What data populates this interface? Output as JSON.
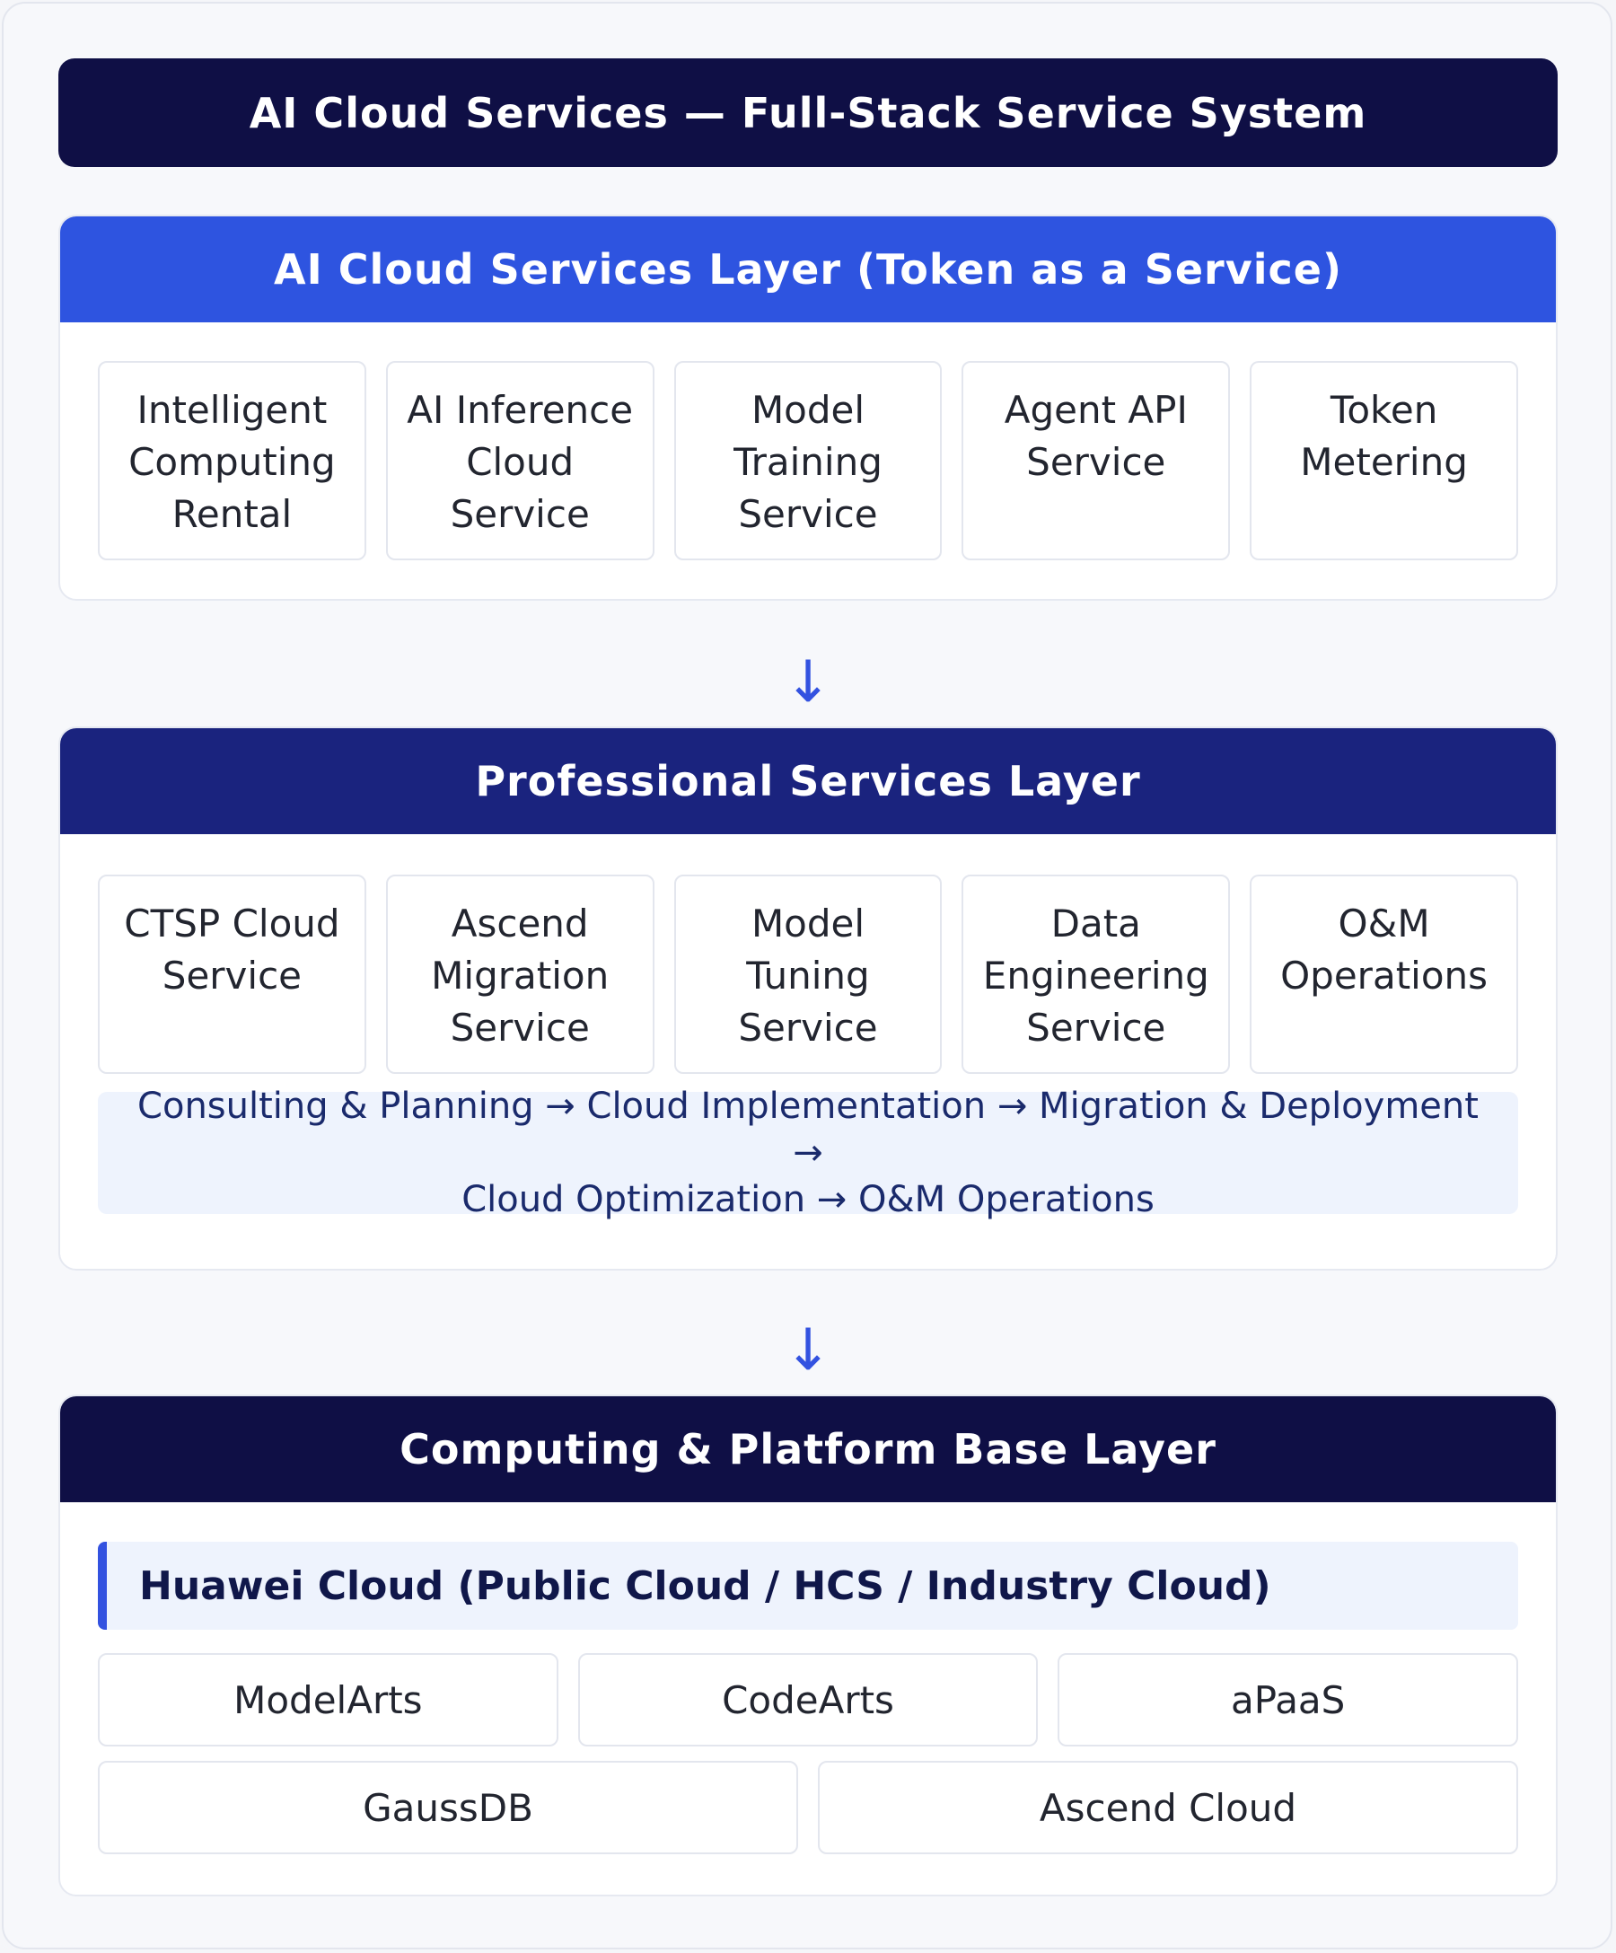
{
  "title": "AI Cloud Services — Full-Stack Service System",
  "arrow_glyph": "↓",
  "colors": {
    "navy": "#0f0f45",
    "blue": "#2e54e0",
    "indigo": "#1a237e",
    "accent": "#3352e0"
  },
  "layers": [
    {
      "title": "AI Cloud Services Layer (Token as a Service)",
      "items": [
        [
          "Intelligent",
          "Computing",
          "Rental"
        ],
        [
          "AI Inference",
          "Cloud",
          "Service"
        ],
        [
          "Model",
          "Training",
          "Service"
        ],
        [
          "Agent API",
          "Service"
        ],
        [
          "Token",
          "Metering"
        ]
      ]
    },
    {
      "title": "Professional Services Layer",
      "items": [
        [
          "CTSP Cloud",
          "Service"
        ],
        [
          "Ascend",
          "Migration",
          "Service"
        ],
        [
          "Model",
          "Tuning",
          "Service"
        ],
        [
          "Data",
          "Engineering",
          "Service"
        ],
        [
          "O&M",
          "Operations"
        ]
      ],
      "flow_lines": [
        "Consulting & Planning → Cloud Implementation → Migration & Deployment →",
        "Cloud Optimization → O&M Operations"
      ]
    },
    {
      "title": "Computing & Platform Base Layer",
      "platform": "Huawei Cloud (Public Cloud / HCS / Industry Cloud)",
      "row1": [
        "ModelArts",
        "CodeArts",
        "aPaaS"
      ],
      "row2": [
        "GaussDB",
        "Ascend Cloud"
      ]
    }
  ]
}
